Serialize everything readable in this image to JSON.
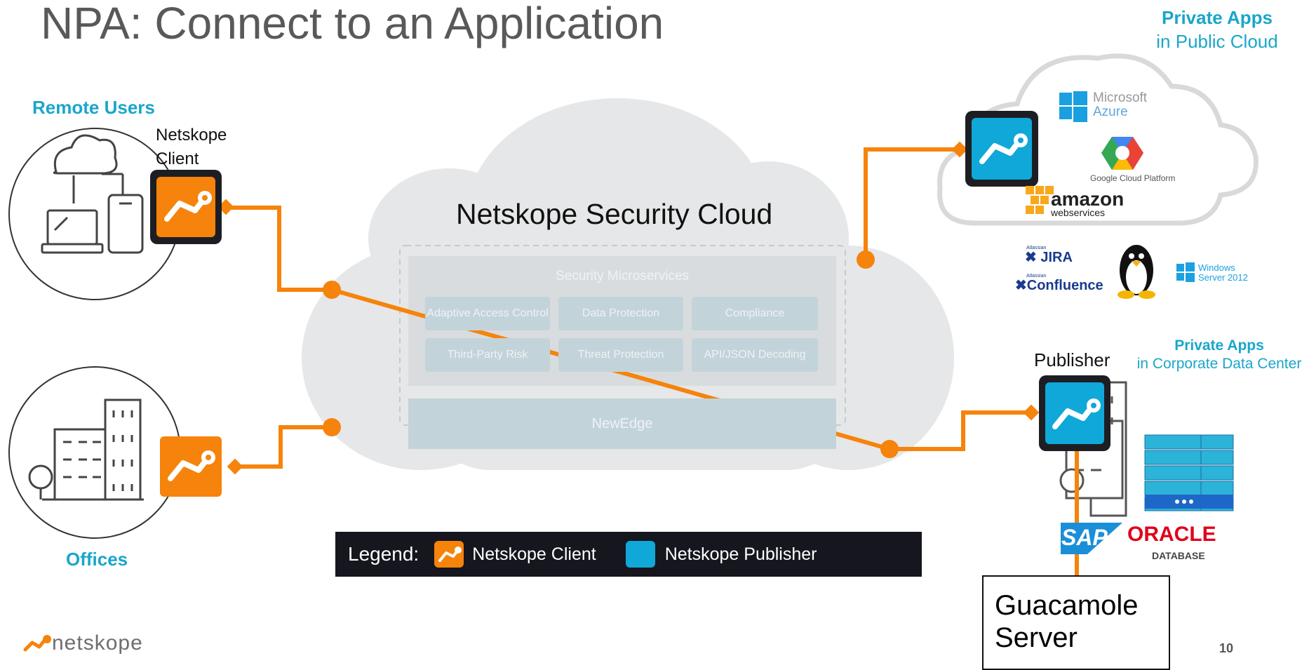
{
  "title": "NPA: Connect to an Application",
  "cloud": {
    "label": "Netskope Security Cloud",
    "microservices_title": "Security Microservices",
    "tiles": [
      "Adaptive Access Control",
      "Data Protection",
      "Compliance",
      "Third-Party Risk",
      "Threat Protection",
      "API/JSON Decoding"
    ],
    "newedge": "NewEdge"
  },
  "labels": {
    "remote_users": "Remote Users",
    "netskope_client_line1": "Netskope",
    "netskope_client_line2": "Client",
    "offices": "Offices",
    "publisher": "Publisher",
    "public_cloud_line1": "Private Apps",
    "public_cloud_line2": "in Public Cloud",
    "datacenter_line1": "Private Apps",
    "datacenter_line2": "in Corporate Data Center"
  },
  "logos": {
    "microsoft_line1": "Microsoft",
    "microsoft_line2": "Azure",
    "google": "Google Cloud Platform",
    "amazon_line1": "amazon",
    "amazon_line2": "webservices",
    "jira_small": "Atlassian",
    "jira": "JIRA",
    "confluence_small": "Atlassian",
    "confluence": "Confluence",
    "windows_line1": "Windows",
    "windows_line2": "Server 2012",
    "sap": "SAP",
    "oracle": "ORACLE",
    "oracle_sub": "DATABASE",
    "netskope": "netskope"
  },
  "legend": {
    "prefix": "Legend:",
    "client": "Netskope Client",
    "publisher": "Netskope Publisher"
  },
  "guacamole": {
    "line1": "Guacamole",
    "line2": "Server"
  },
  "page_number": "10",
  "colors": {
    "orange": "#f6830b",
    "cyan": "#1aa6c9",
    "cloud_gray": "#e6e7e8",
    "title_gray": "#58595b",
    "legend_bg": "#15161e"
  }
}
